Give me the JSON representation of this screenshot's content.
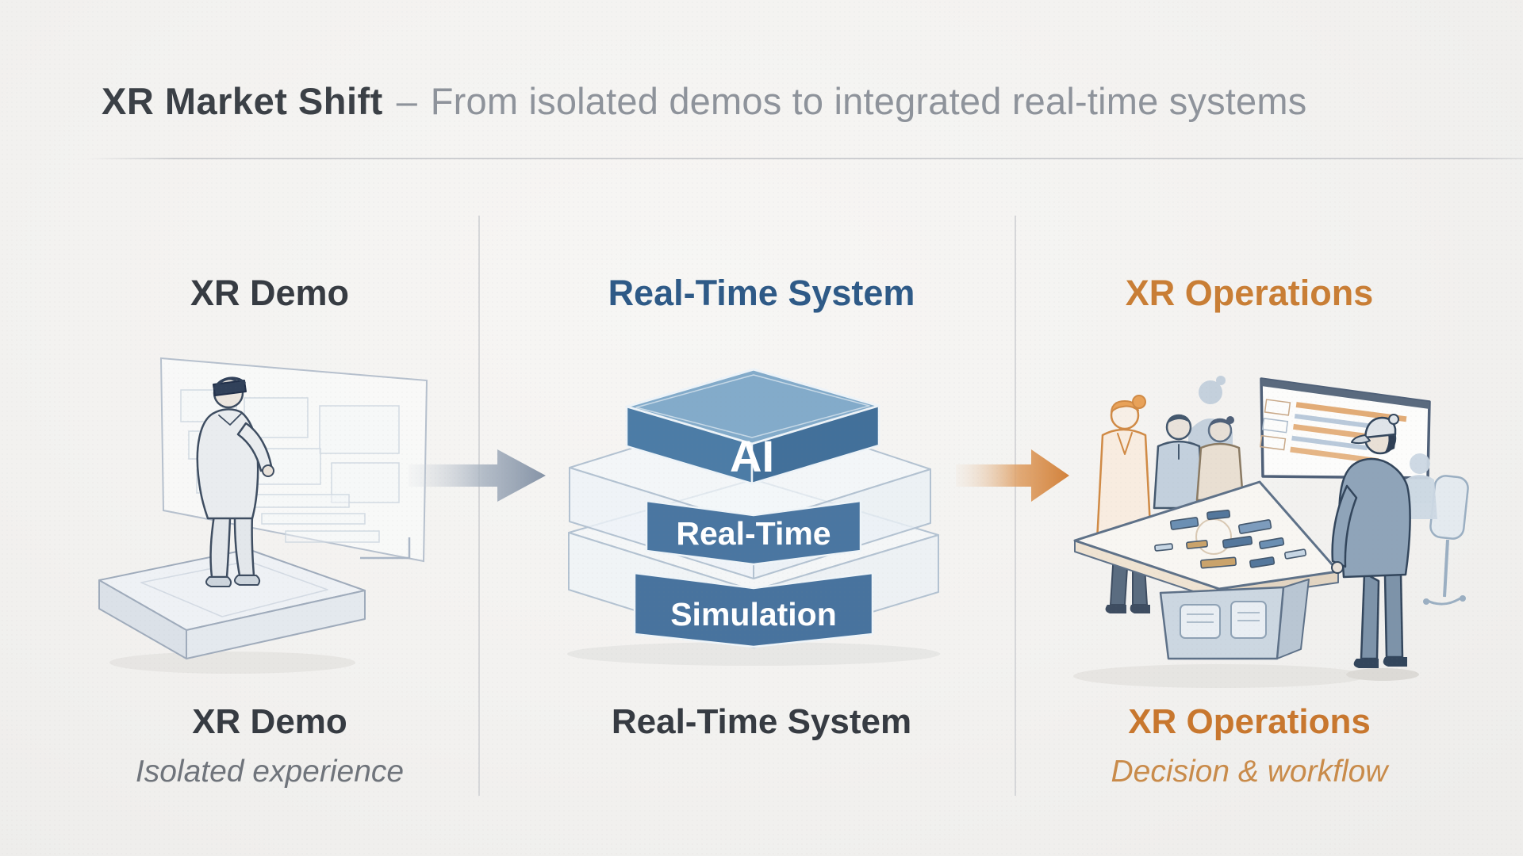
{
  "title": {
    "main": "XR Market Shift",
    "separator": "–",
    "subtitle": "From isolated demos to integrated real-time systems"
  },
  "panels": [
    {
      "id": "xr-demo",
      "heading": "XR Demo",
      "caption": "XR Demo",
      "subcaption": "Isolated experience"
    },
    {
      "id": "real-time-system",
      "heading": "Real-Time System",
      "caption": "Real-Time System",
      "subcaption": ""
    },
    {
      "id": "xr-operations",
      "heading": "XR Operations",
      "caption": "XR Operations",
      "subcaption": "Decision & workflow"
    }
  ],
  "stack_layers": [
    "AI",
    "Real-Time",
    "Simulation"
  ],
  "colors": {
    "background": "#f3f2f0",
    "title_main": "#3b4046",
    "title_subtitle": "#8e939b",
    "heading_neutral": "#363b42",
    "heading_blue": "#2e5a87",
    "heading_orange": "#c97e35",
    "caption_orange": "#c8772e",
    "subcaption_neutral": "#6f747b",
    "subcaption_orange": "#c98b4a",
    "stack_blue_front": "#4a78a3",
    "stack_blue_top": "#83abca",
    "arrow_gray": "#8593a6",
    "arrow_orange": "#d2813a",
    "divider": "#d6d7d9"
  }
}
